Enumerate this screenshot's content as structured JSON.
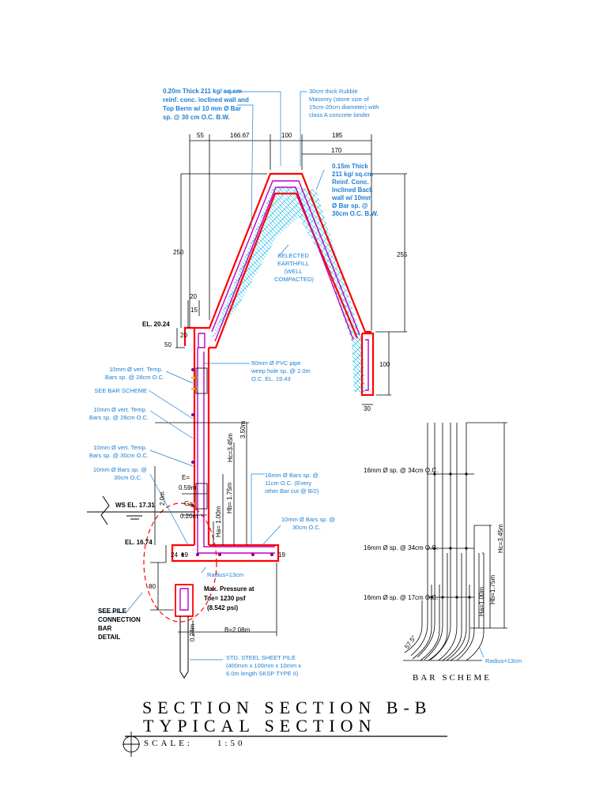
{
  "colors": {
    "concrete": "#ff0000",
    "rebar": "#c000c0",
    "fill": "#00b4e6",
    "note": "#1c7fd4",
    "line": "#000000"
  },
  "notes": {
    "wall_lines": [
      "0.20m Thick 211 kg/ sq.cm",
      "reinf. conc. inclined wall and",
      "Top Berm  w/ 10 mm Ø Bar",
      "sp. @ 30 cm O.C. B.W."
    ],
    "rubble_lines": [
      "30cm thick Rubble",
      "Masonry (stone size of",
      "15cm-20cm diameter) with",
      "class A concrete binder"
    ],
    "backwall_lines": [
      "0.15m Thick",
      "211 kg/ sq.cm",
      "Reinf. Conc.",
      "Inclined Back",
      "wall  w/ 10mm",
      "Ø Bar sp. @",
      "30cm O.C. B.W."
    ],
    "earthfill_lines": [
      "SELECTED",
      "EARTHFILL",
      "(WELL",
      "COMPACTED)"
    ],
    "pvc_lines": [
      "50mm Ø PVC pipe",
      "weep hole sp. @ 2.0m",
      "O.C. EL. 19.43"
    ],
    "temp1_lines": [
      "10mm Ø vert. Temp.",
      "Bars sp. @ 28cm O.C."
    ],
    "bar_scheme_ref": "SEE BAR SCHEME",
    "temp2_lines": [
      "10mm Ø vert. Temp.",
      "Bars sp. @ 28cm O.C."
    ],
    "temp3_lines": [
      "10mm Ø vert. Temp.",
      "Bars sp. @ 30cm O.C."
    ],
    "bars30_lines": [
      "10mm Ø Bars sp. @",
      "30cm O.C."
    ],
    "bars16_lines": [
      "16mm Ø Bars sp. @",
      "11cm O.C. (Every",
      "other Bar cut @ B/2)"
    ],
    "bars10_lines": [
      "10mm Ø Bars sp. @",
      "30cm O.C."
    ],
    "radius": "Radius=13cm",
    "pressure_lines": [
      "Max. Pressure at",
      "Toe= 1230 psf",
      "(8.542 psi)"
    ],
    "pile_ref_lines": [
      "SEE PILE",
      "CONNECTION",
      "BAR",
      "DETAIL"
    ],
    "sheet_pile_lines": [
      "STD. STEEL SHEET PILE",
      "(400mm x 100mm x 10mm x",
      "6.0m length SKSP TYPE II)"
    ]
  },
  "dims": {
    "top": [
      "55",
      "166.67",
      "100",
      "185"
    ],
    "d170": "170",
    "d250": "250",
    "d255": "255",
    "d20": "20",
    "d15": "15",
    "d20b": "20",
    "d50": "50",
    "d100": "100",
    "d30": "30",
    "hc": "Hc=3.45m",
    "h350": "3.50m",
    "hb": "Hb= 1.75m",
    "ha": "Ha= 1.00m",
    "d20m": "2.0m",
    "e": "E=",
    "e_val": "0.59m",
    "g": "G=",
    "g_val": "0.20m",
    "d24": "24",
    "d19": "19",
    "d19r": "19",
    "d80": "80",
    "d024": "0.24m",
    "b": "B=2.08m"
  },
  "elevations": {
    "top": "EL. 20.24",
    "ws": "WS EL. 17.31",
    "base": "EL. 16.74"
  },
  "bar_scheme": {
    "title": "BAR SCHEME",
    "labels": [
      "16mm Ø sp. @ 34cm O.C.",
      "16mm Ø sp. @ 34cm O.C.",
      "16mm Ø sp. @ 17cm O.C."
    ],
    "hc": "Hc=3.45m",
    "hb": "Hb=1.75m",
    "ha": "Ha=1.00m",
    "angle": "57.5°",
    "radius": "Radius=13cm"
  },
  "title": {
    "line1": "SECTION SECTION B-B",
    "line2": "TYPICAL SECTION",
    "scale_label": "SCALE:",
    "scale_value": "1:50"
  }
}
